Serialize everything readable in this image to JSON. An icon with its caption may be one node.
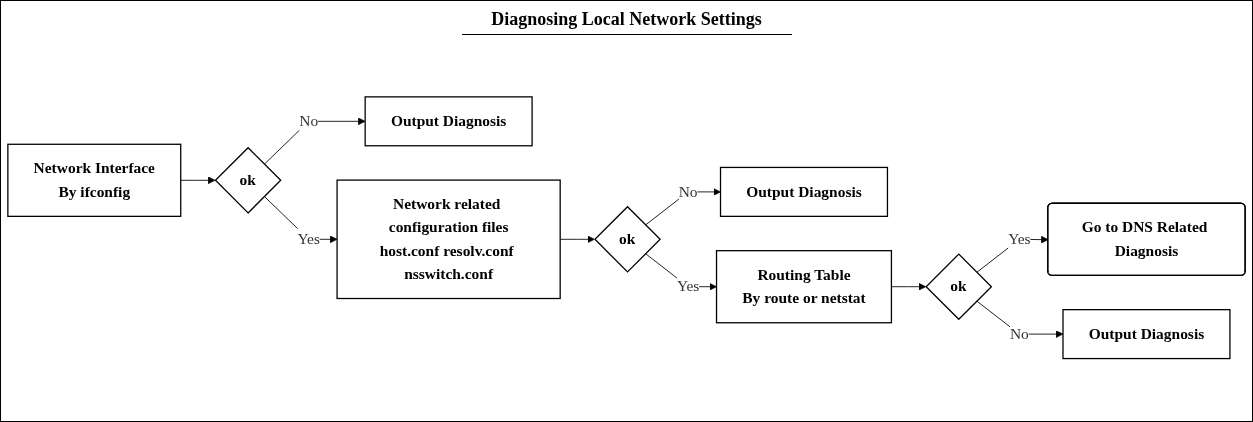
{
  "diagram": {
    "title": "Diagnosing Local Network Settings",
    "nodes": [
      {
        "text": [
          "Network Interface",
          "By ifconfig"
        ]
      },
      {
        "text": [
          "ok"
        ]
      },
      {
        "text": [
          "Output Diagnosis"
        ]
      },
      {
        "text": [
          "Network related configuration files",
          "host.conf resolv.conf nsswitch.conf"
        ]
      },
      {
        "text": [
          "ok"
        ]
      },
      {
        "text": [
          "Output Diagnosis"
        ]
      },
      {
        "text": [
          "Routing Table",
          "By route or netstat"
        ]
      },
      {
        "text": [
          "ok"
        ]
      },
      {
        "text": [
          "Output Diagnosis"
        ]
      },
      {
        "text": [
          "Go to DNS Related Diagnosis"
        ]
      }
    ],
    "edges": [
      {
        "from": 0,
        "to": 1,
        "arrow": "to"
      },
      {
        "from": 1,
        "to": 3,
        "arrow": "to",
        "label": "Yes"
      },
      {
        "from": 1,
        "to": 2,
        "arrow": "to",
        "label": "No"
      },
      {
        "from": 3,
        "to": 4,
        "arrow": "to"
      },
      {
        "from": 4,
        "to": 6,
        "arrow": "to",
        "label": "Yes"
      },
      {
        "from": 4,
        "to": 5,
        "arrow": "to",
        "label": "No"
      },
      {
        "from": 6,
        "to": 7,
        "arrow": "to"
      },
      {
        "from": 7,
        "to": 9,
        "arrow": "to",
        "label": "Yes"
      },
      {
        "from": 7,
        "to": 8,
        "arrow": "to",
        "label": "No"
      }
    ]
  }
}
